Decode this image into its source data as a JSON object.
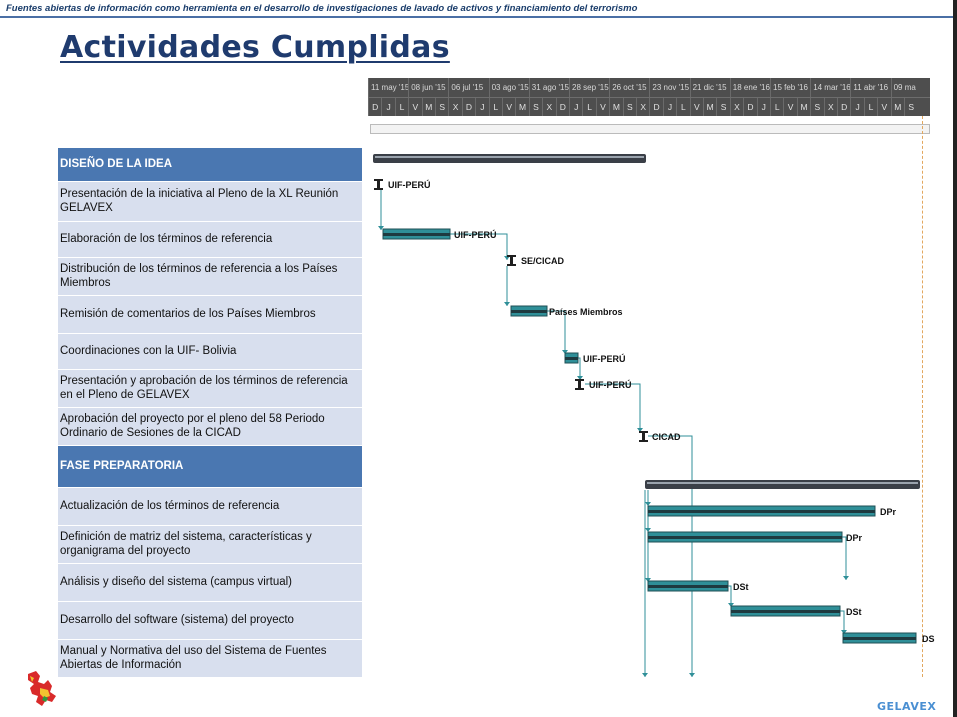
{
  "header": {
    "subtitle": "Fuentes abiertas de información como herramienta en el desarrollo de investigaciones de lavado de activos y financiamiento del terrorismo"
  },
  "title": "Actividades Cumplidas",
  "footer": {
    "brand": "GELAVEX"
  },
  "timescale": {
    "weeks": [
      "11 may '15",
      "08 jun '15",
      "06 jul '15",
      "03 ago '15",
      "31 ago '15",
      "28 sep '15",
      "26 oct '15",
      "23 nov '15",
      "21 dic '15",
      "18 ene '16",
      "15 feb '16",
      "14 mar '16",
      "11 abr '16",
      "09 ma"
    ],
    "days": [
      "D",
      "J",
      "L",
      "V",
      "M",
      "S",
      "X",
      "D",
      "J",
      "L",
      "V",
      "M",
      "S",
      "X",
      "D",
      "J",
      "L",
      "V",
      "M",
      "S",
      "X",
      "D",
      "J",
      "L",
      "V",
      "M",
      "S",
      "X",
      "D",
      "J",
      "L",
      "V",
      "M",
      "S",
      "X",
      "D",
      "J",
      "L",
      "V",
      "M",
      "S"
    ]
  },
  "tasks": [
    {
      "name": "DISEÑO DE LA IDEA",
      "is_phase": true,
      "resource": ""
    },
    {
      "name": "Presentación de la iniciativa al Pleno de la XL Reunión GELAVEX",
      "is_phase": false,
      "resource": "UIF-PERÚ"
    },
    {
      "name": "Elaboración de los términos de referencia",
      "is_phase": false,
      "resource": "UIF-PERÚ"
    },
    {
      "name": "Distribución de los términos de referencia a los Países Miembros",
      "is_phase": false,
      "resource": "SE/CICAD"
    },
    {
      "name": "Remisión de comentarios de los Países Miembros",
      "is_phase": false,
      "resource": "Países Miembros"
    },
    {
      "name": "Coordinaciones con la UIF- Bolivia",
      "is_phase": false,
      "resource": "UIF-PERÚ"
    },
    {
      "name": "Presentación y aprobación de los términos de referencia en el Pleno de GELAVEX",
      "is_phase": false,
      "resource": "UIF-PERÚ"
    },
    {
      "name": "Aprobación del proyecto por el pleno del 58 Periodo Ordinario de Sesiones de la CICAD",
      "is_phase": false,
      "resource": "CICAD"
    },
    {
      "name": "FASE PREPARATORIA",
      "is_phase": true,
      "resource": ""
    },
    {
      "name": "Actualización de los términos de referencia",
      "is_phase": false,
      "resource": "DPr"
    },
    {
      "name": "Definición de matriz del sistema, características y organigrama del proyecto",
      "is_phase": false,
      "resource": "DPr"
    },
    {
      "name": "Análisis y diseño del sistema (campus virtual)",
      "is_phase": false,
      "resource": "DSt"
    },
    {
      "name": "Desarrollo del software (sistema) del proyecto",
      "is_phase": false,
      "resource": "DSt"
    },
    {
      "name": "Manual y Normativa del uso del Sistema de Fuentes Abiertas de Información",
      "is_phase": false,
      "resource": "DS"
    }
  ],
  "colors": {
    "phase_header": "#4a77b1",
    "task_row": "#d8dfee",
    "bar": "#2f8f98",
    "summary_bar": "#3a3f47",
    "title": "#1f3b6e",
    "brand": "#4a8fd2"
  }
}
